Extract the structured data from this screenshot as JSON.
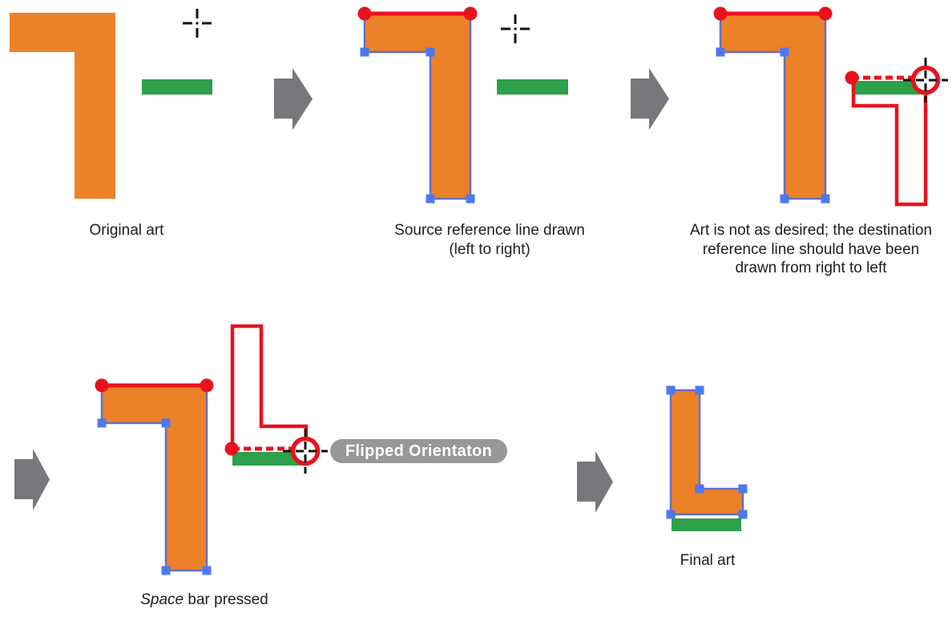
{
  "colors": {
    "orange": "#ED8128",
    "green": "#2EA04A",
    "red": "#E8121C",
    "blue_anchor": "#4C79F2",
    "path_stroke": "#6170C7",
    "arrow_gray": "#77787B",
    "badge_gray": "#98989A",
    "text": "#1E1E1E",
    "badge_text": "#FFFFFF",
    "cursor_black": "#111111"
  },
  "panels": [
    {
      "name": "original-art",
      "caption_lines": [
        "Original art"
      ]
    },
    {
      "name": "source-reference-line",
      "caption_lines": [
        "Source reference line drawn",
        "(left to right)"
      ]
    },
    {
      "name": "undesired-result",
      "caption_lines": [
        "Art is not as desired; the destination",
        "reference line should have been",
        "drawn from right to left"
      ]
    },
    {
      "name": "space-bar-pressed",
      "caption_italic": "Space",
      "caption_rest": " bar pressed"
    },
    {
      "name": "final-art",
      "caption_lines": [
        "Final art"
      ]
    }
  ],
  "badge": {
    "label": "Flipped Orientaton"
  },
  "icons": {
    "precision_cursor": "dashed-crosshair-cursor",
    "flip_cursor": "red-circle-crosshair-cursor",
    "step_arrow": "gray-right-arrow"
  }
}
